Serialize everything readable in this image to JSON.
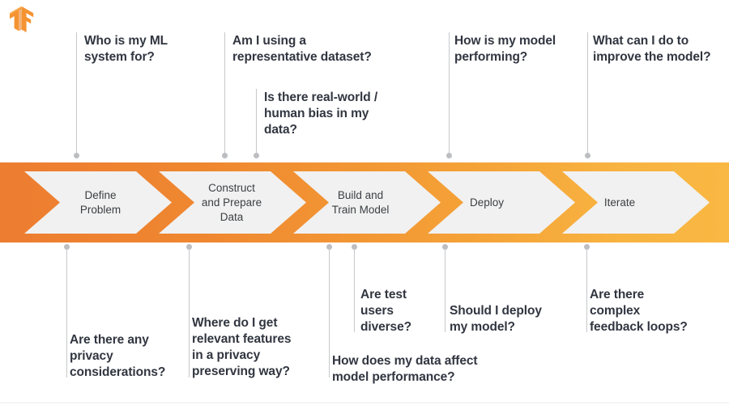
{
  "logo": {
    "name": "tensorflow-logo",
    "color_dark": "#E8750E",
    "color_mid": "#F59331",
    "color_light": "#FBA94C"
  },
  "band": {
    "gradient_start": "#ED7D31",
    "gradient_end": "#F9B843",
    "chevron_fill": "#F1F1F1",
    "stages": [
      {
        "id": "define-problem",
        "label": "Define\nProblem"
      },
      {
        "id": "construct-prepare-data",
        "label": "Construct\nand Prepare\nData"
      },
      {
        "id": "build-train-model",
        "label": "Build and\nTrain Model"
      },
      {
        "id": "deploy",
        "label": "Deploy"
      },
      {
        "id": "iterate",
        "label": "Iterate"
      }
    ]
  },
  "questions_above": [
    {
      "id": "who-is-my-ml-system-for",
      "text": "Who is my ML\nsystem for?"
    },
    {
      "id": "am-i-using-representative-dataset",
      "text": "Am I using a\nrepresentative dataset?"
    },
    {
      "id": "is-there-real-world-human-bias",
      "text": "Is there real-world /\nhuman bias in my\ndata?"
    },
    {
      "id": "how-is-my-model-performing",
      "text": "How is my model\nperforming?"
    },
    {
      "id": "what-can-i-do-to-improve",
      "text": "What can I do to\nimprove the model?"
    }
  ],
  "questions_below": [
    {
      "id": "are-there-any-privacy-considerations",
      "text": "Are there any\nprivacy\nconsiderations?"
    },
    {
      "id": "where-do-i-get-relevant-features",
      "text": "Where do I get\nrelevant features\nin a privacy\npreserving way?"
    },
    {
      "id": "how-does-my-data-affect-performance",
      "text": "How does my data affect\nmodel performance?"
    },
    {
      "id": "are-test-users-diverse",
      "text": "Are test\nusers\ndiverse?"
    },
    {
      "id": "should-i-deploy-my-model",
      "text": "Should I deploy\nmy model?"
    },
    {
      "id": "are-there-complex-feedback-loops",
      "text": "Are there\ncomplex\nfeedback loops?"
    }
  ],
  "colors": {
    "text": "#313640",
    "stage_text": "#3C4043",
    "connector": "#c6c8cb",
    "dot": "#bcbec1",
    "background": "#ffffff"
  }
}
